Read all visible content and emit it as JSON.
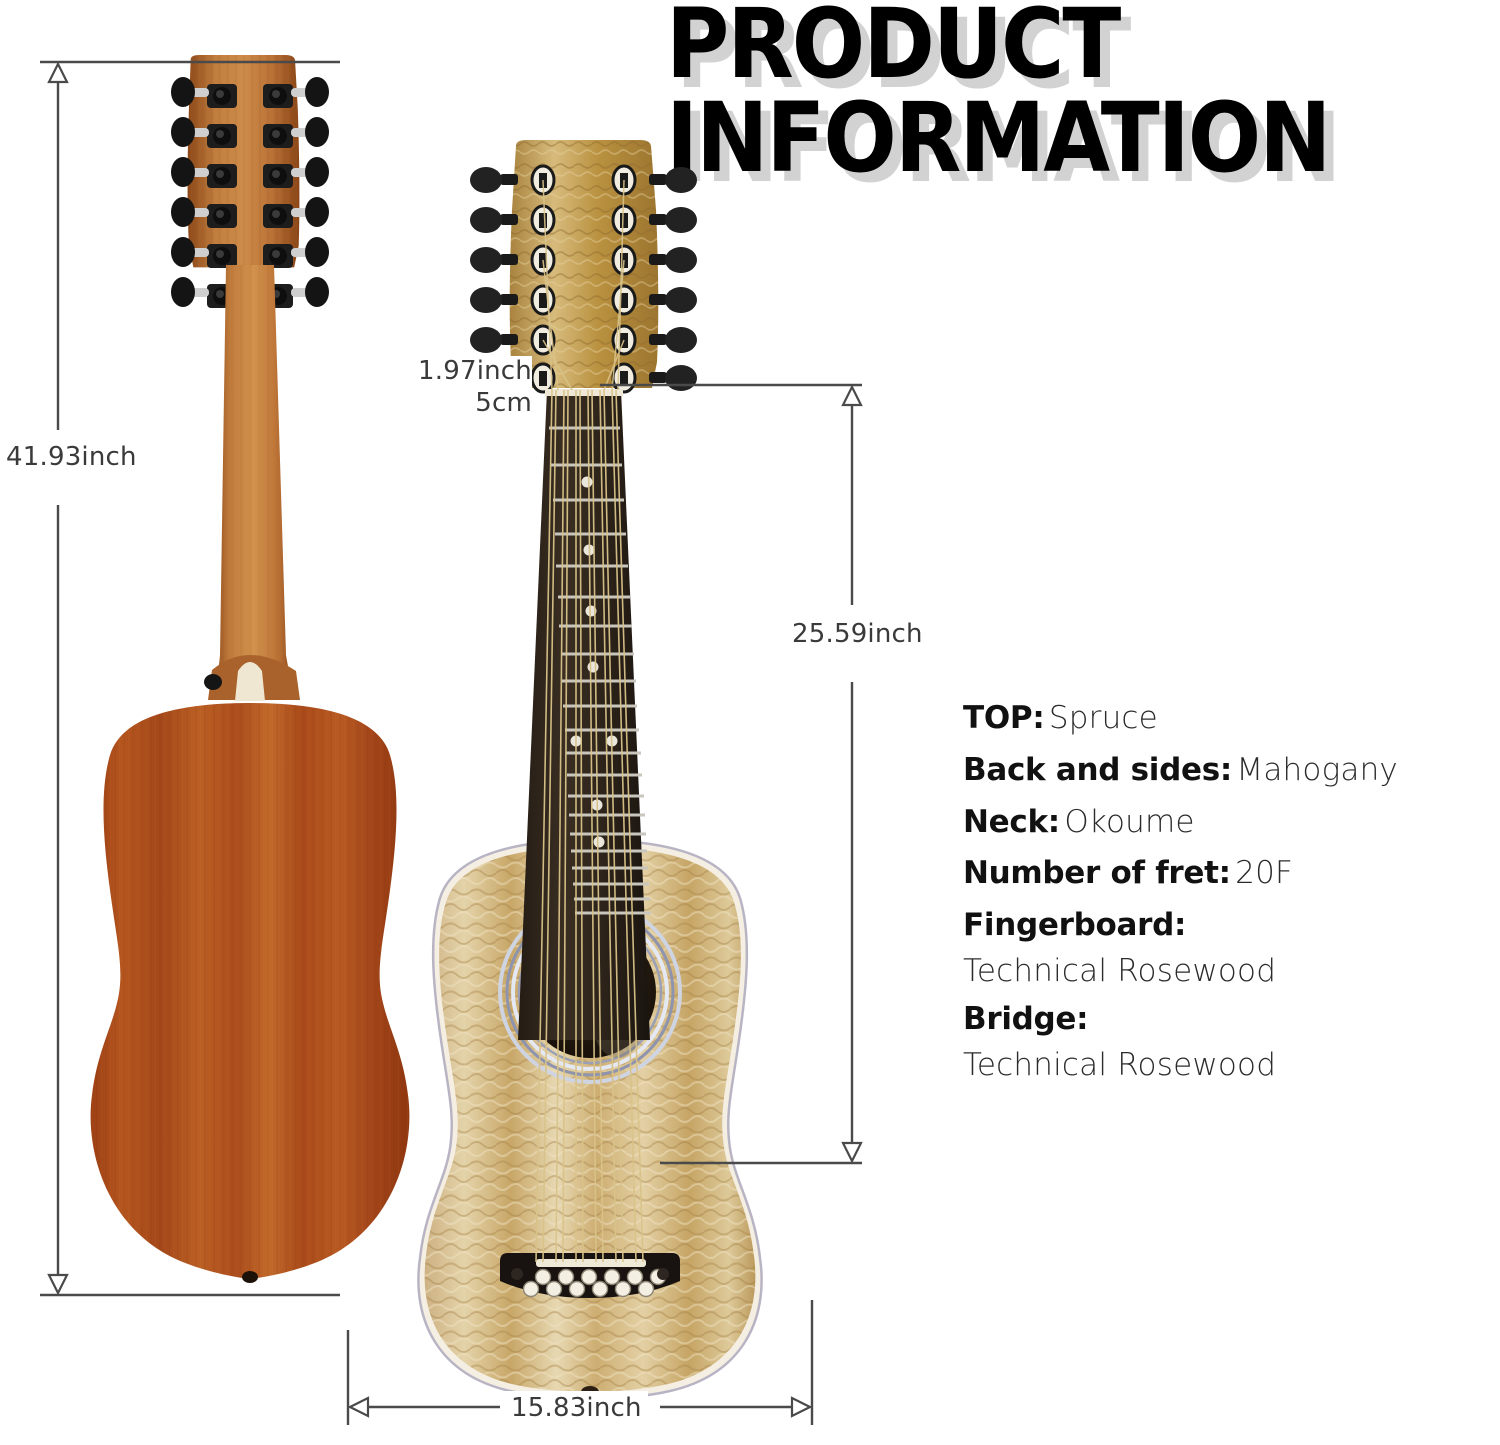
{
  "title": {
    "line1": "PRODUCT",
    "line2": "INFORMATION",
    "shadow_color": "#d2d2d2",
    "text_color": "#000000"
  },
  "dimensions": {
    "total_length": "41.93inch",
    "scale_length": "25.59inch",
    "body_width": "15.83inch",
    "nut_width_inch": "1.97inch",
    "nut_width_cm": "5cm",
    "line_color": "#4a4a4a"
  },
  "specs": [
    {
      "label": "TOP:",
      "value": "Spruce",
      "stacked": false
    },
    {
      "label": "Back and sides:",
      "value": "Mahogany",
      "stacked": false
    },
    {
      "label": "Neck:",
      "value": "Okoume",
      "stacked": false
    },
    {
      "label": "Number of fret:",
      "value": "20F",
      "stacked": false
    },
    {
      "label": "Fingerboard:",
      "value": "Technical Rosewood",
      "stacked": true
    },
    {
      "label": "Bridge:",
      "value": "Technical Rosewood",
      "stacked": true
    }
  ],
  "product": {
    "type": "12-string acoustic dreadnought guitar",
    "views": [
      "back view",
      "front view"
    ],
    "colors": {
      "mahogany_back": "#b4521e",
      "mahogany_dark": "#8c3a12",
      "neck_okoume": "#c1743a",
      "quilted_ash_top": "#d8bd8c",
      "quilted_ash_light": "#e8d7b0",
      "quilted_ash_dark": "#b8954f",
      "fretboard": "#2a2018",
      "binding": "#f2ece0",
      "bridge_pins": "#f5f1e6",
      "tuner_black": "#1a1a1a",
      "string": "#d8c188"
    },
    "string_count": 12,
    "tuners_per_side": 6,
    "fret_markers": [
      3,
      5,
      7,
      9,
      12,
      15,
      17
    ]
  }
}
